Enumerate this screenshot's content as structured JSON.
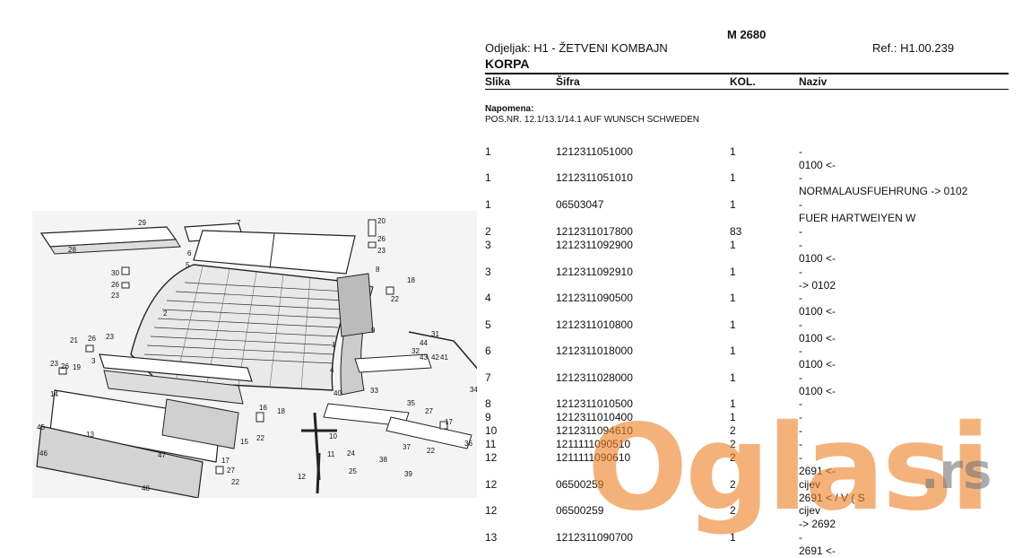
{
  "header": {
    "model": "M 2680",
    "section": "Odjeljak: H1 - ŽETVENI KOMBAJN",
    "ref": "Ref.: H1.00.239",
    "title": "KORPA"
  },
  "columns": {
    "slika": "Slika",
    "sifra": "Šifra",
    "kol": "KOL.",
    "naziv": "Naziv"
  },
  "note": {
    "heading": "Napomena:",
    "text": "POS.NR. 12.1/13.1/14.1 AUF WUNSCH SCHWEDEN"
  },
  "rows": [
    {
      "slika": "1",
      "sifra": "1212311051000",
      "kol": "1",
      "naziv1": "-",
      "naziv2": "0100 <-"
    },
    {
      "slika": "1",
      "sifra": "1212311051010",
      "kol": "1",
      "naziv1": "-",
      "naziv2": "NORMALAUSFUEHRUNG -> 0102"
    },
    {
      "slika": "1",
      "sifra": "06503047",
      "kol": "1",
      "naziv1": "-",
      "naziv2": "FUER HARTWEIYEN W"
    },
    {
      "slika": "2",
      "sifra": "1212311017800",
      "kol": "83",
      "naziv1": "-",
      "naziv2": ""
    },
    {
      "slika": "3",
      "sifra": "1212311092900",
      "kol": "1",
      "naziv1": "-",
      "naziv2": "0100 <-"
    },
    {
      "slika": "3",
      "sifra": "1212311092910",
      "kol": "1",
      "naziv1": "-",
      "naziv2": "-> 0102"
    },
    {
      "slika": "4",
      "sifra": "1212311090500",
      "kol": "1",
      "naziv1": "-",
      "naziv2": "0100 <-"
    },
    {
      "slika": "5",
      "sifra": "1212311010800",
      "kol": "1",
      "naziv1": "-",
      "naziv2": "0100 <-"
    },
    {
      "slika": "6",
      "sifra": "1212311018000",
      "kol": "1",
      "naziv1": "-",
      "naziv2": "0100 <-"
    },
    {
      "slika": "7",
      "sifra": "1212311028000",
      "kol": "1",
      "naziv1": "-",
      "naziv2": "0100 <-"
    },
    {
      "slika": "8",
      "sifra": "1212311010500",
      "kol": "1",
      "naziv1": "-",
      "naziv2": ""
    },
    {
      "slika": "9",
      "sifra": "1212311010400",
      "kol": "1",
      "naziv1": "-",
      "naziv2": ""
    },
    {
      "slika": "10",
      "sifra": "1212311094610",
      "kol": "2",
      "naziv1": "-",
      "naziv2": ""
    },
    {
      "slika": "11",
      "sifra": "1211111090510",
      "kol": "2",
      "naziv1": "-",
      "naziv2": ""
    },
    {
      "slika": "12",
      "sifra": "1211111090610",
      "kol": "2",
      "naziv1": "-",
      "naziv2": "2691 <-"
    },
    {
      "slika": "12",
      "sifra": "06500259",
      "kol": "2",
      "naziv1": "cijev",
      "naziv2": "2691 < / V ( S"
    },
    {
      "slika": "12",
      "sifra": "06500259",
      "kol": "2",
      "naziv1": "cijev",
      "naziv2": "-> 2692"
    },
    {
      "slika": "13",
      "sifra": "1212311090700",
      "kol": "1",
      "naziv1": "-",
      "naziv2": "2691 <-"
    }
  ],
  "diagram_labels": [
    "29",
    "7",
    "20",
    "26",
    "23",
    "28",
    "6",
    "5",
    "8",
    "18",
    "30",
    "26",
    "23",
    "22",
    "2",
    "9",
    "31",
    "44",
    "32",
    "43",
    "42",
    "41",
    "21",
    "26",
    "23",
    "3",
    "1",
    "4",
    "23",
    "26",
    "19",
    "40",
    "33",
    "34",
    "14",
    "35",
    "27",
    "17",
    "16",
    "18",
    "10",
    "45",
    "13",
    "22",
    "15",
    "36",
    "46",
    "47",
    "24",
    "37",
    "22",
    "38",
    "11",
    "25",
    "39",
    "17",
    "27",
    "22",
    "12",
    "48"
  ],
  "watermark": {
    "main": "Oglasi",
    "suffix": ".rs"
  }
}
